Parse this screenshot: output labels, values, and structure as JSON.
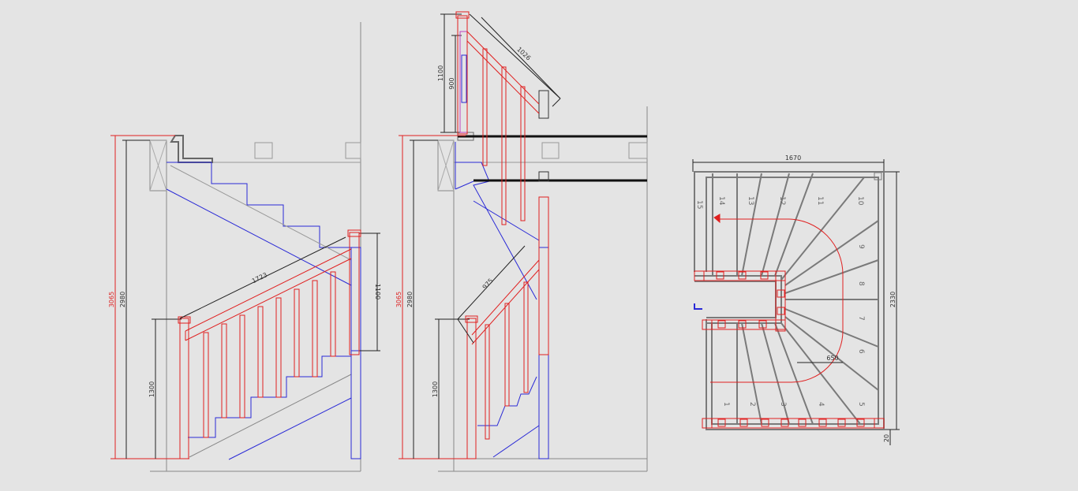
{
  "colors": {
    "background": "#e4e4e4",
    "red": "#e02020",
    "blue": "#2a2ad6",
    "gray": "#7a7a7a",
    "dark": "#222222"
  },
  "left_view": {
    "total_height": "3065",
    "floor_height": "2980",
    "rail_low": "1300",
    "rail_post": "1100",
    "rail_length": "1723"
  },
  "middle_view": {
    "total_height": "3065",
    "floor_height": "2980",
    "rail_low": "1300",
    "upper_total": "1100",
    "upper_inner": "900",
    "rail_top_length": "1026",
    "rail_mid_length": "975"
  },
  "plan_view": {
    "width": "1670",
    "height": "2330",
    "radius": "650",
    "offset": "20",
    "steps_top": [
      "15",
      "14",
      "13",
      "12",
      "11",
      "10"
    ],
    "steps_right": [
      "9",
      "8",
      "7",
      "6"
    ],
    "steps_bottom": [
      "1",
      "2",
      "3",
      "4",
      "5"
    ]
  }
}
